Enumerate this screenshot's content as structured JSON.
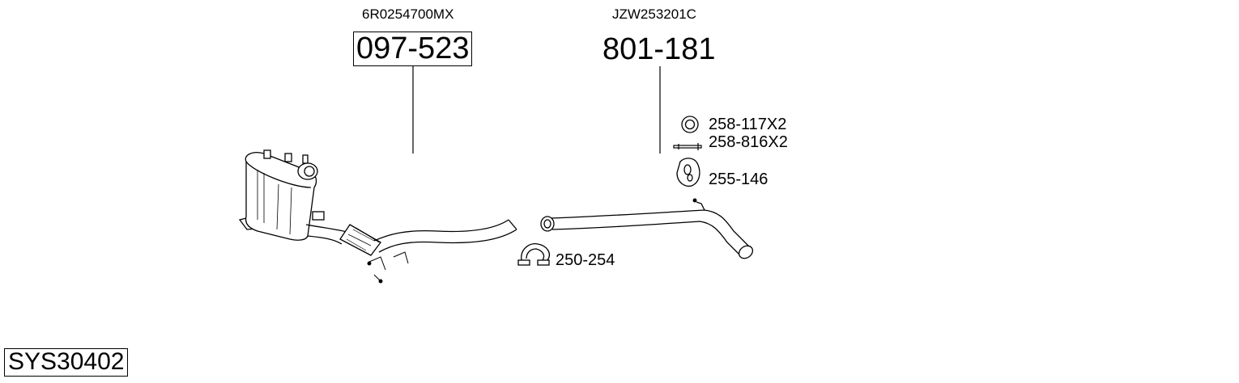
{
  "system_code": "SYS30402",
  "assemblies": [
    {
      "oem_ref": "6R0254700MX",
      "part_number": "097-523",
      "boxed": true
    },
    {
      "oem_ref": "JZW253201C",
      "part_number": "801-181",
      "boxed": false
    }
  ],
  "accessories": [
    {
      "label": "258-117X2",
      "icon": "gasket-ring-icon"
    },
    {
      "label": "258-816X2",
      "icon": "bolt-icon"
    },
    {
      "label": "255-146",
      "icon": "rubber-hanger-icon"
    },
    {
      "label": "250-254",
      "icon": "pipe-clamp-icon"
    }
  ]
}
